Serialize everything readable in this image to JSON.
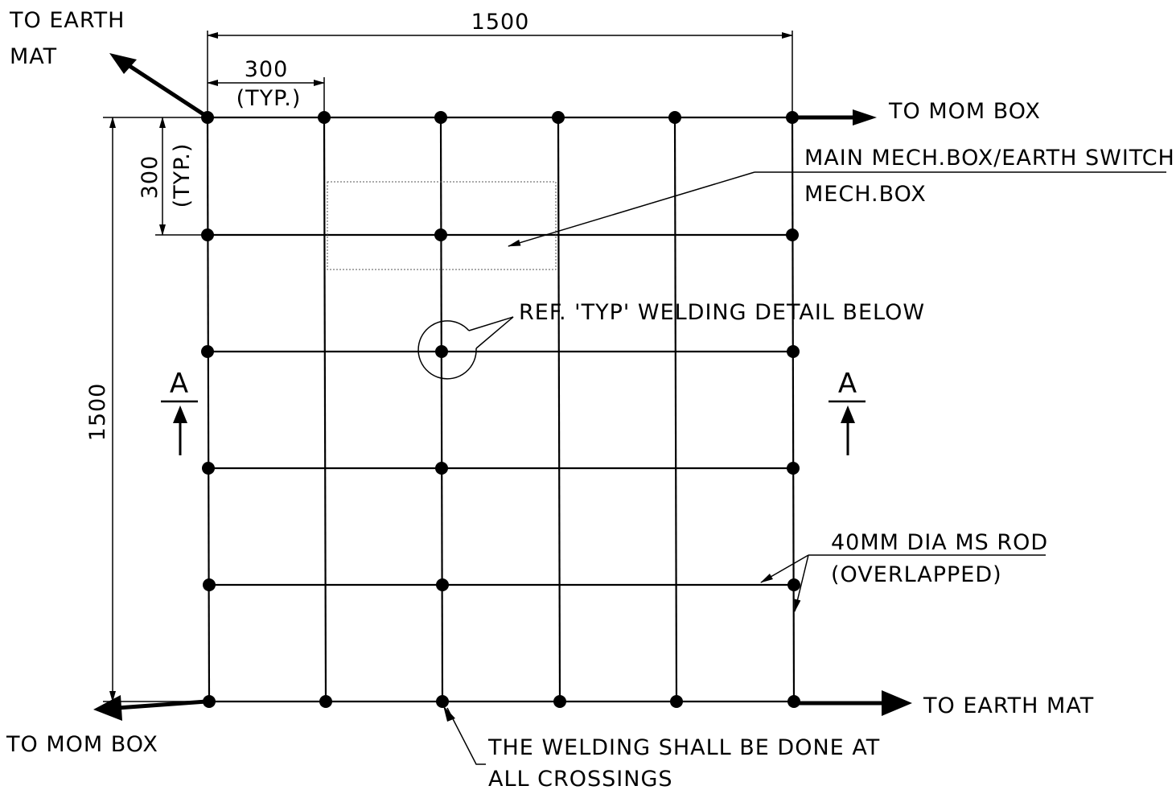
{
  "labels": {
    "to_earth_mat_top_l1": "TO EARTH",
    "to_earth_mat_top_l2": "MAT",
    "to_mom_box_top": "TO MOM BOX",
    "to_mom_box_bottom": "TO MOM BOX",
    "to_earth_mat_bottom": "TO EARTH MAT",
    "mech_box_l1": "MAIN MECH.BOX/EARTH SWITCH",
    "mech_box_l2": "MECH.BOX",
    "welding_ref": "REF. 'TYP' WELDING DETAIL BELOW",
    "rod_l1": "40MM DIA MS ROD",
    "rod_l2": "(OVERLAPPED)",
    "welding_note_l1": "THE WELDING SHALL BE DONE AT",
    "welding_note_l2": "ALL CROSSINGS",
    "section_left": "A",
    "section_right": "A"
  },
  "dimensions": {
    "overall_width": "1500",
    "overall_height": "1500",
    "spacing_h": "300",
    "spacing_h_typ": "(TYP.)",
    "spacing_v": "300",
    "spacing_v_typ": "(TYP.)"
  }
}
